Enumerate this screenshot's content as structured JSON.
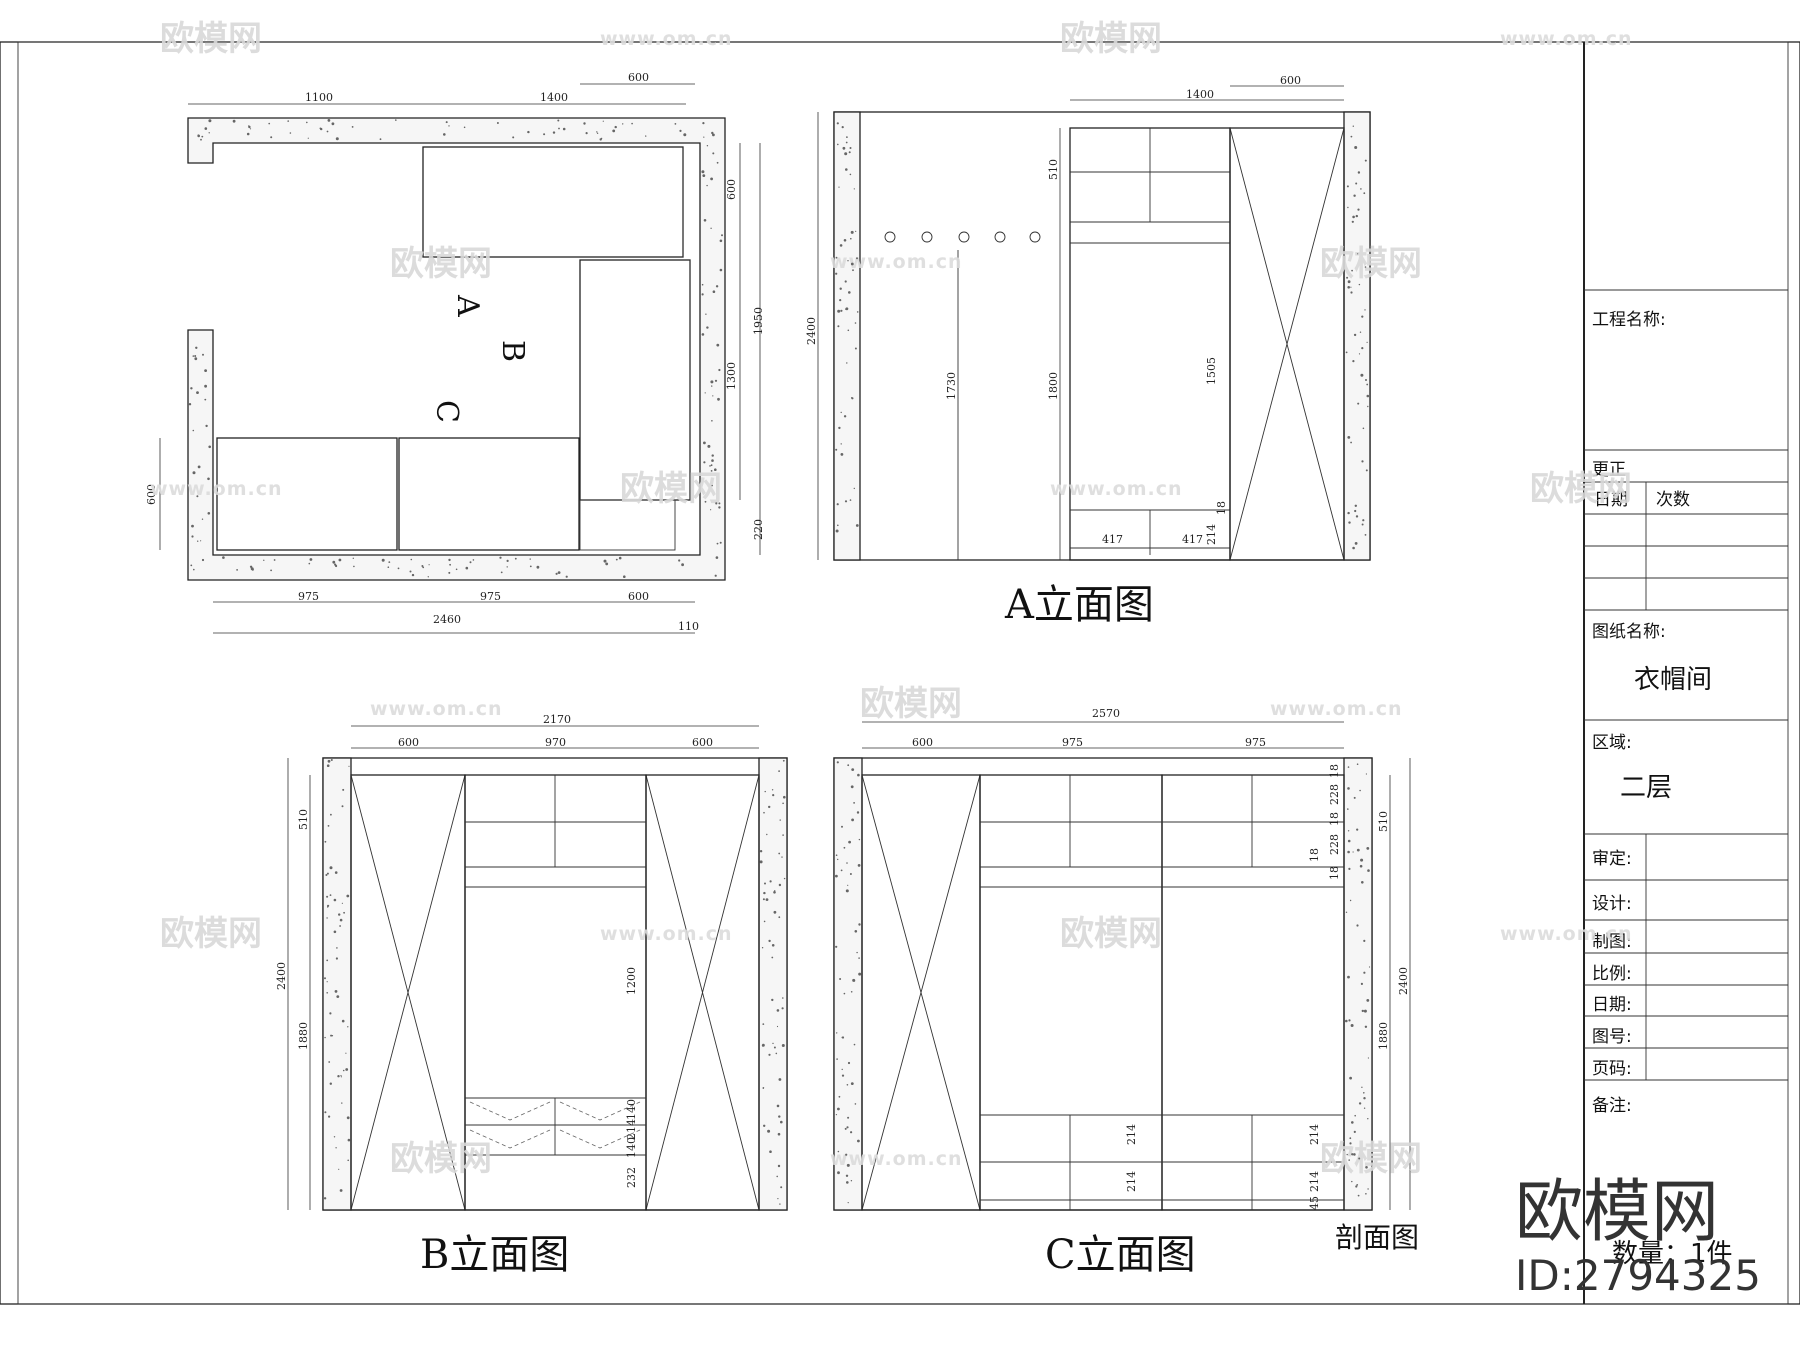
{
  "drawing": {
    "plan": {
      "dims_top": [
        "1100",
        "1400",
        "600"
      ],
      "dims_right": [
        "600",
        "1950",
        "1300",
        "220"
      ],
      "dim_left": "600",
      "dims_bottom": [
        "975",
        "975",
        "600"
      ],
      "dim_total": "2460",
      "dim_edge": "110",
      "zone_labels": [
        "A",
        "B",
        "C"
      ]
    },
    "elev_a": {
      "title": "A立面图",
      "dims_top": [
        "1400",
        "600"
      ],
      "dim_height": "2400",
      "dim_hook": "1730",
      "dim_cab_top": "510",
      "dim_cab": "1800",
      "dim_hang": "1505",
      "dims_drawer": [
        "417",
        "417"
      ],
      "dim_drawer_h": "214",
      "dim_board": "18"
    },
    "elev_b": {
      "title": "B立面图",
      "dim_total": "2170",
      "dims_top": [
        "600",
        "970",
        "600"
      ],
      "dim_top_h": "510",
      "dim_height": "2400",
      "dim_low": "1880",
      "dim_hang": "1200",
      "dims_bottom": [
        "140",
        "214",
        "140",
        "232"
      ]
    },
    "elev_c": {
      "title": "C立面图",
      "dim_total": "2570",
      "dims_top": [
        "600",
        "975",
        "975"
      ],
      "dims_top_stack": [
        "18",
        "228",
        "18",
        "228",
        "18",
        "18"
      ],
      "dim_top_h": "510",
      "dim_height": "2400",
      "dim_low": "1880",
      "dims_drawer": [
        "214",
        "214",
        "214",
        "214"
      ],
      "dim_base": "45"
    },
    "section_label": "剖面图"
  },
  "title_block": {
    "project_label": "工程名称:",
    "revision_label": "更正",
    "date_label": "日期",
    "count_label": "次数",
    "drawing_name_label": "图纸名称:",
    "drawing_name": "衣帽间",
    "area_label": "区域:",
    "area_value": "二层",
    "rows": [
      "审定:",
      "设计:",
      "制图:",
      "比例:",
      "日期:",
      "图号:",
      "页码:",
      "备注:"
    ]
  },
  "watermark": {
    "brand": "欧模网",
    "url": "www.om.cn",
    "qty": "数量：1件",
    "id": "ID:2794325"
  }
}
